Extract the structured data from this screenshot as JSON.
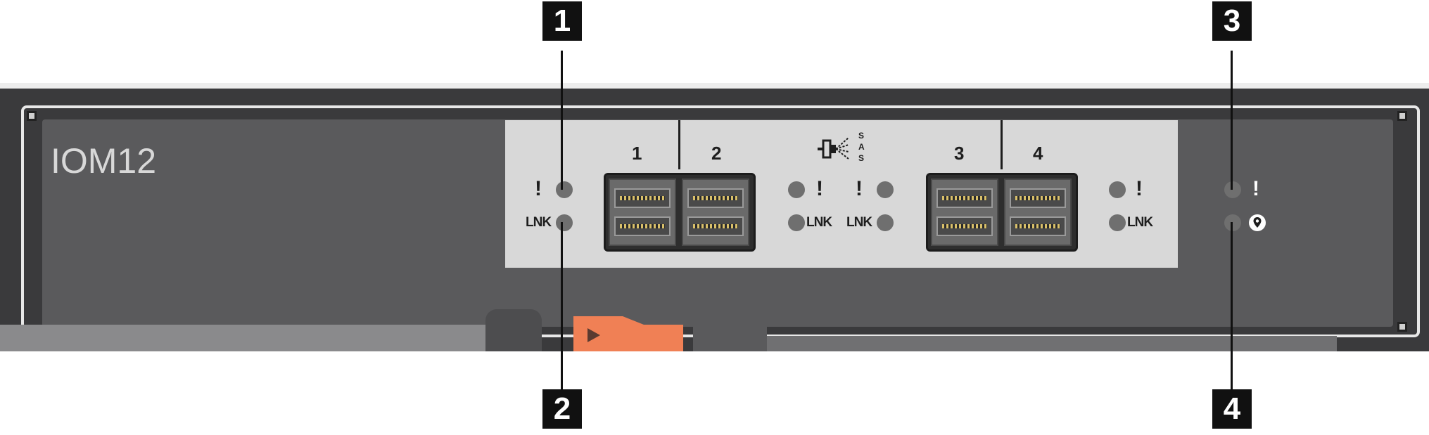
{
  "module_label": "IOM12",
  "ports": [
    "1",
    "2",
    "3",
    "4"
  ],
  "sas_icon": "sas-connector-icon",
  "sas_letters": [
    "S",
    "A",
    "S"
  ],
  "led_labels": {
    "fault": "!",
    "link": "LNK"
  },
  "callouts": [
    "1",
    "2",
    "3",
    "4"
  ],
  "status_icons": {
    "fault": "!",
    "identify": "location-pin-icon"
  },
  "colors": {
    "release_latch": "#f08055",
    "bezel": "#5a5a5c",
    "port_panel": "#d8d8d8",
    "callout_box": "#111111"
  }
}
